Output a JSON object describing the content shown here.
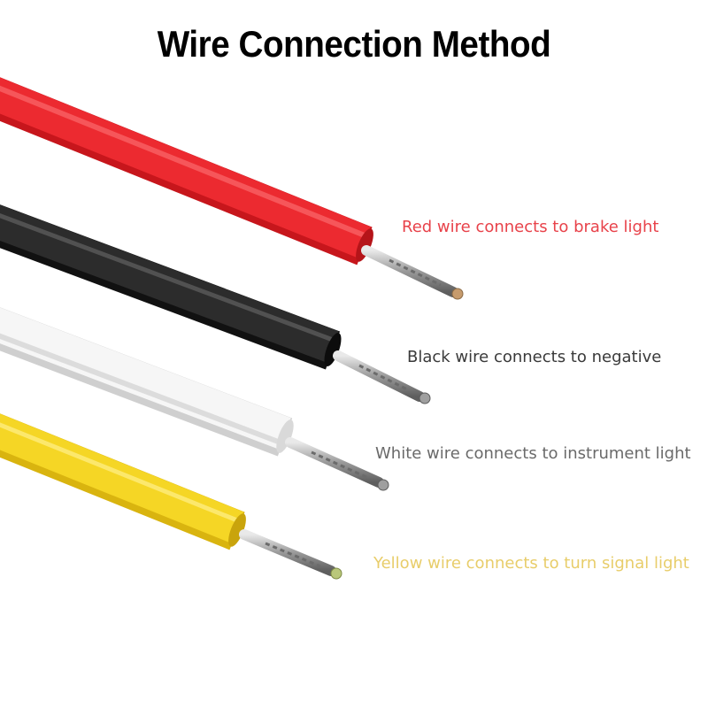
{
  "title": "Wire Connection Method",
  "wires": [
    {
      "id": "red",
      "label": "Red wire connects to brake light",
      "wire_color": "#e8242a",
      "label_color": "#e8424a"
    },
    {
      "id": "black",
      "label": "Black wire connects to negative",
      "wire_color": "#2a2a2a",
      "label_color": "#3a3a3a"
    },
    {
      "id": "white",
      "label": "White wire connects to instrument light",
      "wire_color": "#f2f2f2",
      "label_color": "#6a6a6a"
    },
    {
      "id": "yellow",
      "label": "Yellow wire connects to turn signal light",
      "wire_color": "#f2d21c",
      "label_color": "#e8cd6a"
    }
  ]
}
